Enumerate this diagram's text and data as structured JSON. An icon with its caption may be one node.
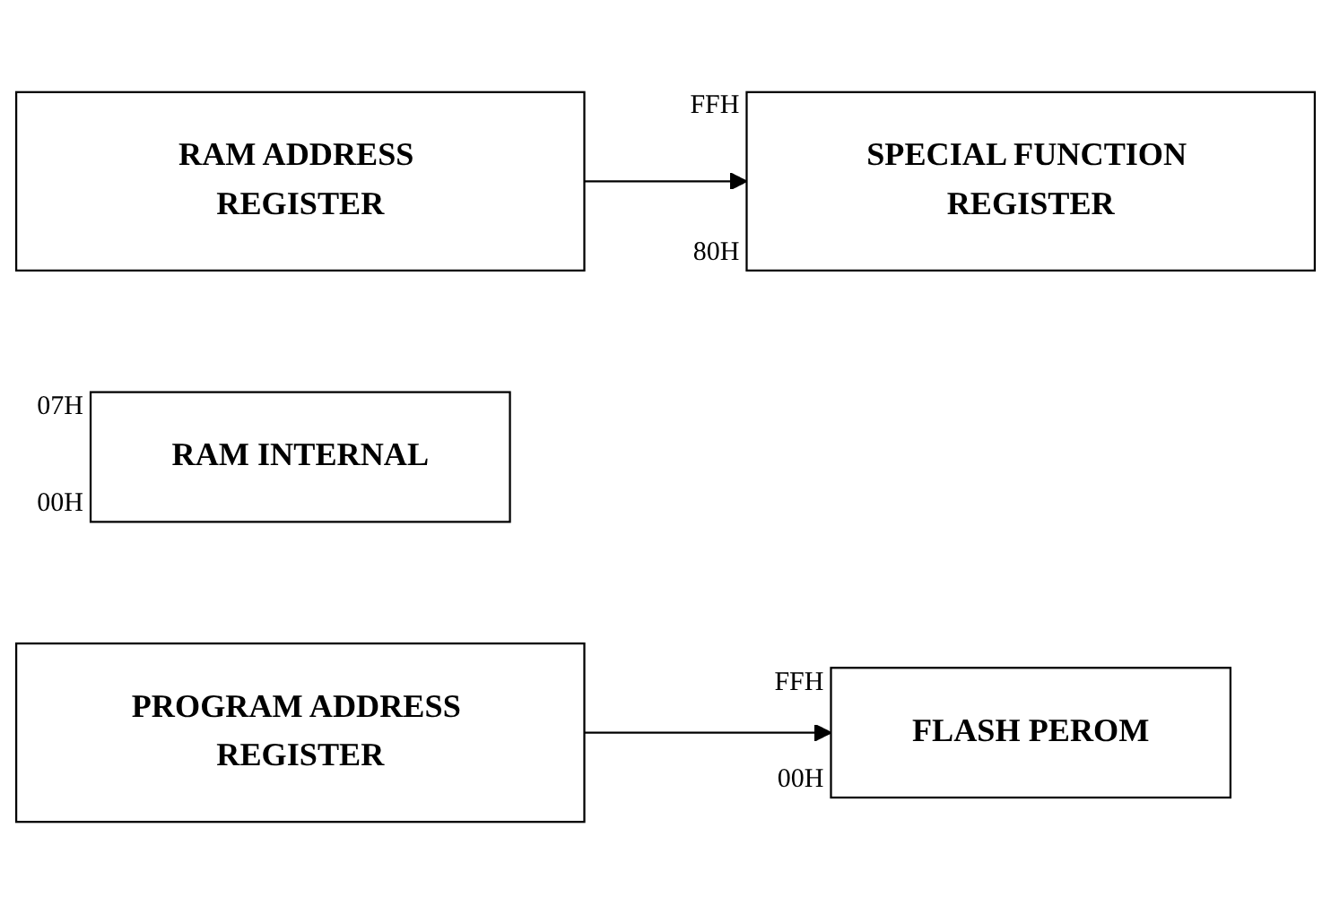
{
  "diagram": {
    "nodes": [
      {
        "text": [
          "RAM ADDRESS REGISTER"
        ]
      },
      {
        "text": [
          "SPECIAL FUNCTION REGISTER"
        ],
        "beside": [
          "FFH",
          "80H"
        ]
      },
      {
        "text": [
          "RAM INTERNAL"
        ],
        "beside": [
          "07H",
          "00H"
        ]
      },
      {
        "text": [
          "FLASH PEROM"
        ],
        "beside": [
          "FFH",
          "00H"
        ]
      },
      {
        "text": [
          "PROGRAM ADDRESS REGISTER"
        ]
      }
    ],
    "edges": [
      {
        "from": 0,
        "to": 1,
        "arrow": "to"
      },
      {
        "from": 4,
        "to": 3,
        "arrow": "to"
      }
    ]
  }
}
